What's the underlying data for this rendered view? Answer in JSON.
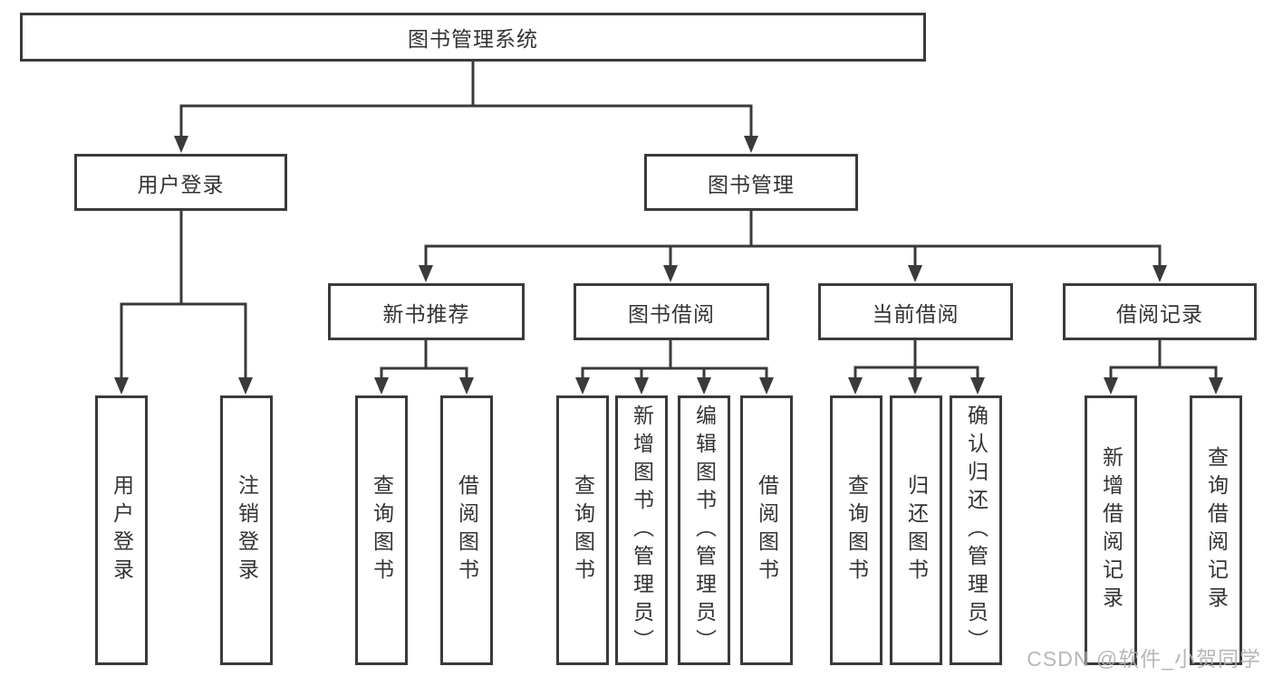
{
  "diagram_type": "hierarchy",
  "watermark": "CSDN @软件_小贺同学",
  "colors": {
    "line": "#3a3a3a",
    "text": "#333333",
    "background": "#ffffff",
    "watermark": "#b0b0b0"
  },
  "tree": {
    "label": "图书管理系统",
    "children": [
      {
        "label": "用户登录",
        "children": [
          {
            "label": "用户登录"
          },
          {
            "label": "注销登录"
          }
        ]
      },
      {
        "label": "图书管理",
        "children": [
          {
            "label": "新书推荐",
            "children": [
              {
                "label": "查询图书"
              },
              {
                "label": "借阅图书"
              }
            ]
          },
          {
            "label": "图书借阅",
            "children": [
              {
                "label": "查询图书"
              },
              {
                "label": "新增图书（管理员）"
              },
              {
                "label": "编辑图书（管理员）"
              },
              {
                "label": "借阅图书"
              }
            ]
          },
          {
            "label": "当前借阅",
            "children": [
              {
                "label": "查询图书"
              },
              {
                "label": "归还图书"
              },
              {
                "label": "确认归还（管理员）"
              }
            ]
          },
          {
            "label": "借阅记录",
            "children": [
              {
                "label": "新增借阅记录"
              },
              {
                "label": "查询借阅记录"
              }
            ]
          }
        ]
      }
    ]
  }
}
